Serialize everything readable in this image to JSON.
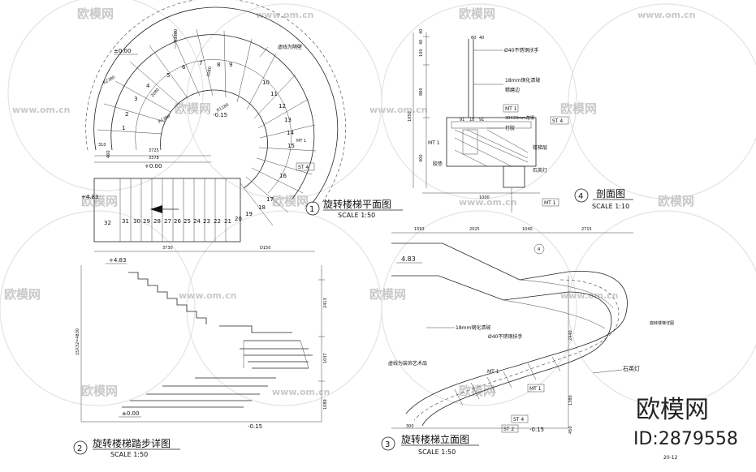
{
  "watermark": {
    "brand": "欧模网",
    "url": "www.om.cn",
    "id": "ID:2879558"
  },
  "sheet_number": "20-12",
  "views": [
    {
      "num": "1",
      "title": "旋转楼梯平面图",
      "scale": "SCALE 1:50"
    },
    {
      "num": "2",
      "title": "旋转楼梯踏步详图",
      "scale": "SCALE 1:50"
    },
    {
      "num": "3",
      "title": "旋转楼梯立面图",
      "scale": "SCALE 1:50"
    },
    {
      "num": "4",
      "title": "剖面图",
      "scale": "SCALE 1:10"
    }
  ],
  "plan": {
    "note_top": "虚线为隔壁",
    "levels": [
      "±0.00",
      "+4.83",
      "+0.00",
      "-0.15"
    ],
    "step_numbers": [
      "1",
      "2",
      "3",
      "4",
      "5",
      "6",
      "7",
      "8",
      "9",
      "10",
      "11",
      "12",
      "13",
      "14",
      "15",
      "16",
      "17",
      "18",
      "19",
      "20"
    ],
    "flight_numbers": [
      "32",
      "31",
      "30",
      "29",
      "28",
      "27",
      "26",
      "25",
      "24",
      "23",
      "22",
      "21"
    ],
    "dims": [
      "R3380",
      "R2380",
      "R1380",
      "R1180",
      "3725",
      "3378",
      "3730",
      "D150",
      "310",
      "460",
      "3080",
      "2080"
    ],
    "tags": [
      "ST 4",
      "MT 1"
    ]
  },
  "detail": {
    "dims_top": [
      "40",
      "100",
      "40",
      "880",
      "1050",
      "400"
    ],
    "labels": [
      "Ø40不锈钢扶手",
      "18mm钢化清玻",
      "精磨边",
      "MT 1",
      "30X30mm角钢",
      "打胶",
      "MT 1",
      "胶垫",
      "楼梯层",
      "石英灯",
      "ST 4",
      "1000"
    ],
    "small_dims": [
      "60",
      "40",
      "91",
      "18",
      "91"
    ]
  },
  "step_detail": {
    "levels": [
      "+4.83",
      "±0.00",
      "-0.15"
    ],
    "side_dims": [
      "2413",
      "1037",
      "1089"
    ],
    "left_dim": "15X32=4830"
  },
  "elevation": {
    "top_dims": [
      "1593",
      "2025",
      "1040",
      "2715"
    ],
    "level": "4.83",
    "labels": [
      "18mm钢化清玻",
      "Ø40不锈钢扶手",
      "虚线为装饰艺术品",
      "石英灯",
      "旋转楼梯详图"
    ],
    "tags": [
      "MT 1",
      "ST 4",
      "ST 2",
      "MT 1"
    ],
    "dims": [
      "2440",
      "1380",
      "300",
      "450",
      "-0.15"
    ]
  }
}
